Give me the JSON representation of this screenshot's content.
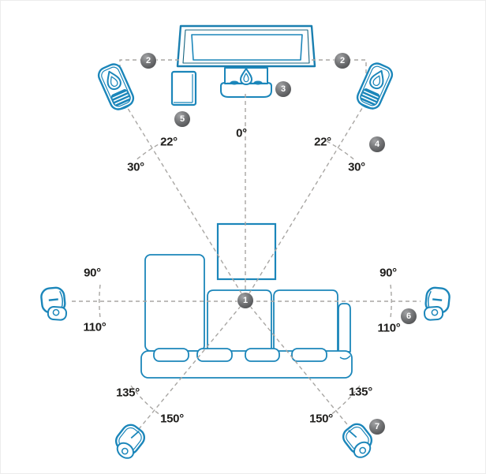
{
  "diagram": {
    "subject": "home-theater-speaker-placement-top-view",
    "accent_color": "#1b86ba",
    "accent_dark": "#166f9c",
    "dash_color": "#a8a6a3",
    "badge_color": "#58595b",
    "label_color": "#1e1d1b"
  },
  "angle_labels": [
    {
      "id": "center-axis",
      "text": "0°"
    },
    {
      "id": "front-left-inner",
      "text": "22°"
    },
    {
      "id": "front-left-outer",
      "text": "30°"
    },
    {
      "id": "front-right-inner",
      "text": "22°"
    },
    {
      "id": "front-right-outer",
      "text": "30°"
    },
    {
      "id": "side-left-upper",
      "text": "90°"
    },
    {
      "id": "side-left-lower",
      "text": "110°"
    },
    {
      "id": "side-right-upper",
      "text": "90°"
    },
    {
      "id": "side-right-lower",
      "text": "110°"
    },
    {
      "id": "rear-left-upper",
      "text": "135°"
    },
    {
      "id": "rear-left-lower",
      "text": "150°"
    },
    {
      "id": "rear-right-upper",
      "text": "135°"
    },
    {
      "id": "rear-right-lower",
      "text": "150°"
    }
  ],
  "markers": [
    {
      "number": "1",
      "name": "listening-position"
    },
    {
      "number": "2",
      "name": "front-left-speaker"
    },
    {
      "number": "2",
      "name": "front-right-speaker"
    },
    {
      "number": "3",
      "name": "center-channel-speaker"
    },
    {
      "number": "4",
      "name": "front-angle-range"
    },
    {
      "number": "5",
      "name": "subwoofer"
    },
    {
      "number": "6",
      "name": "side-surround-speakers"
    },
    {
      "number": "7",
      "name": "rear-surround-speakers"
    }
  ]
}
